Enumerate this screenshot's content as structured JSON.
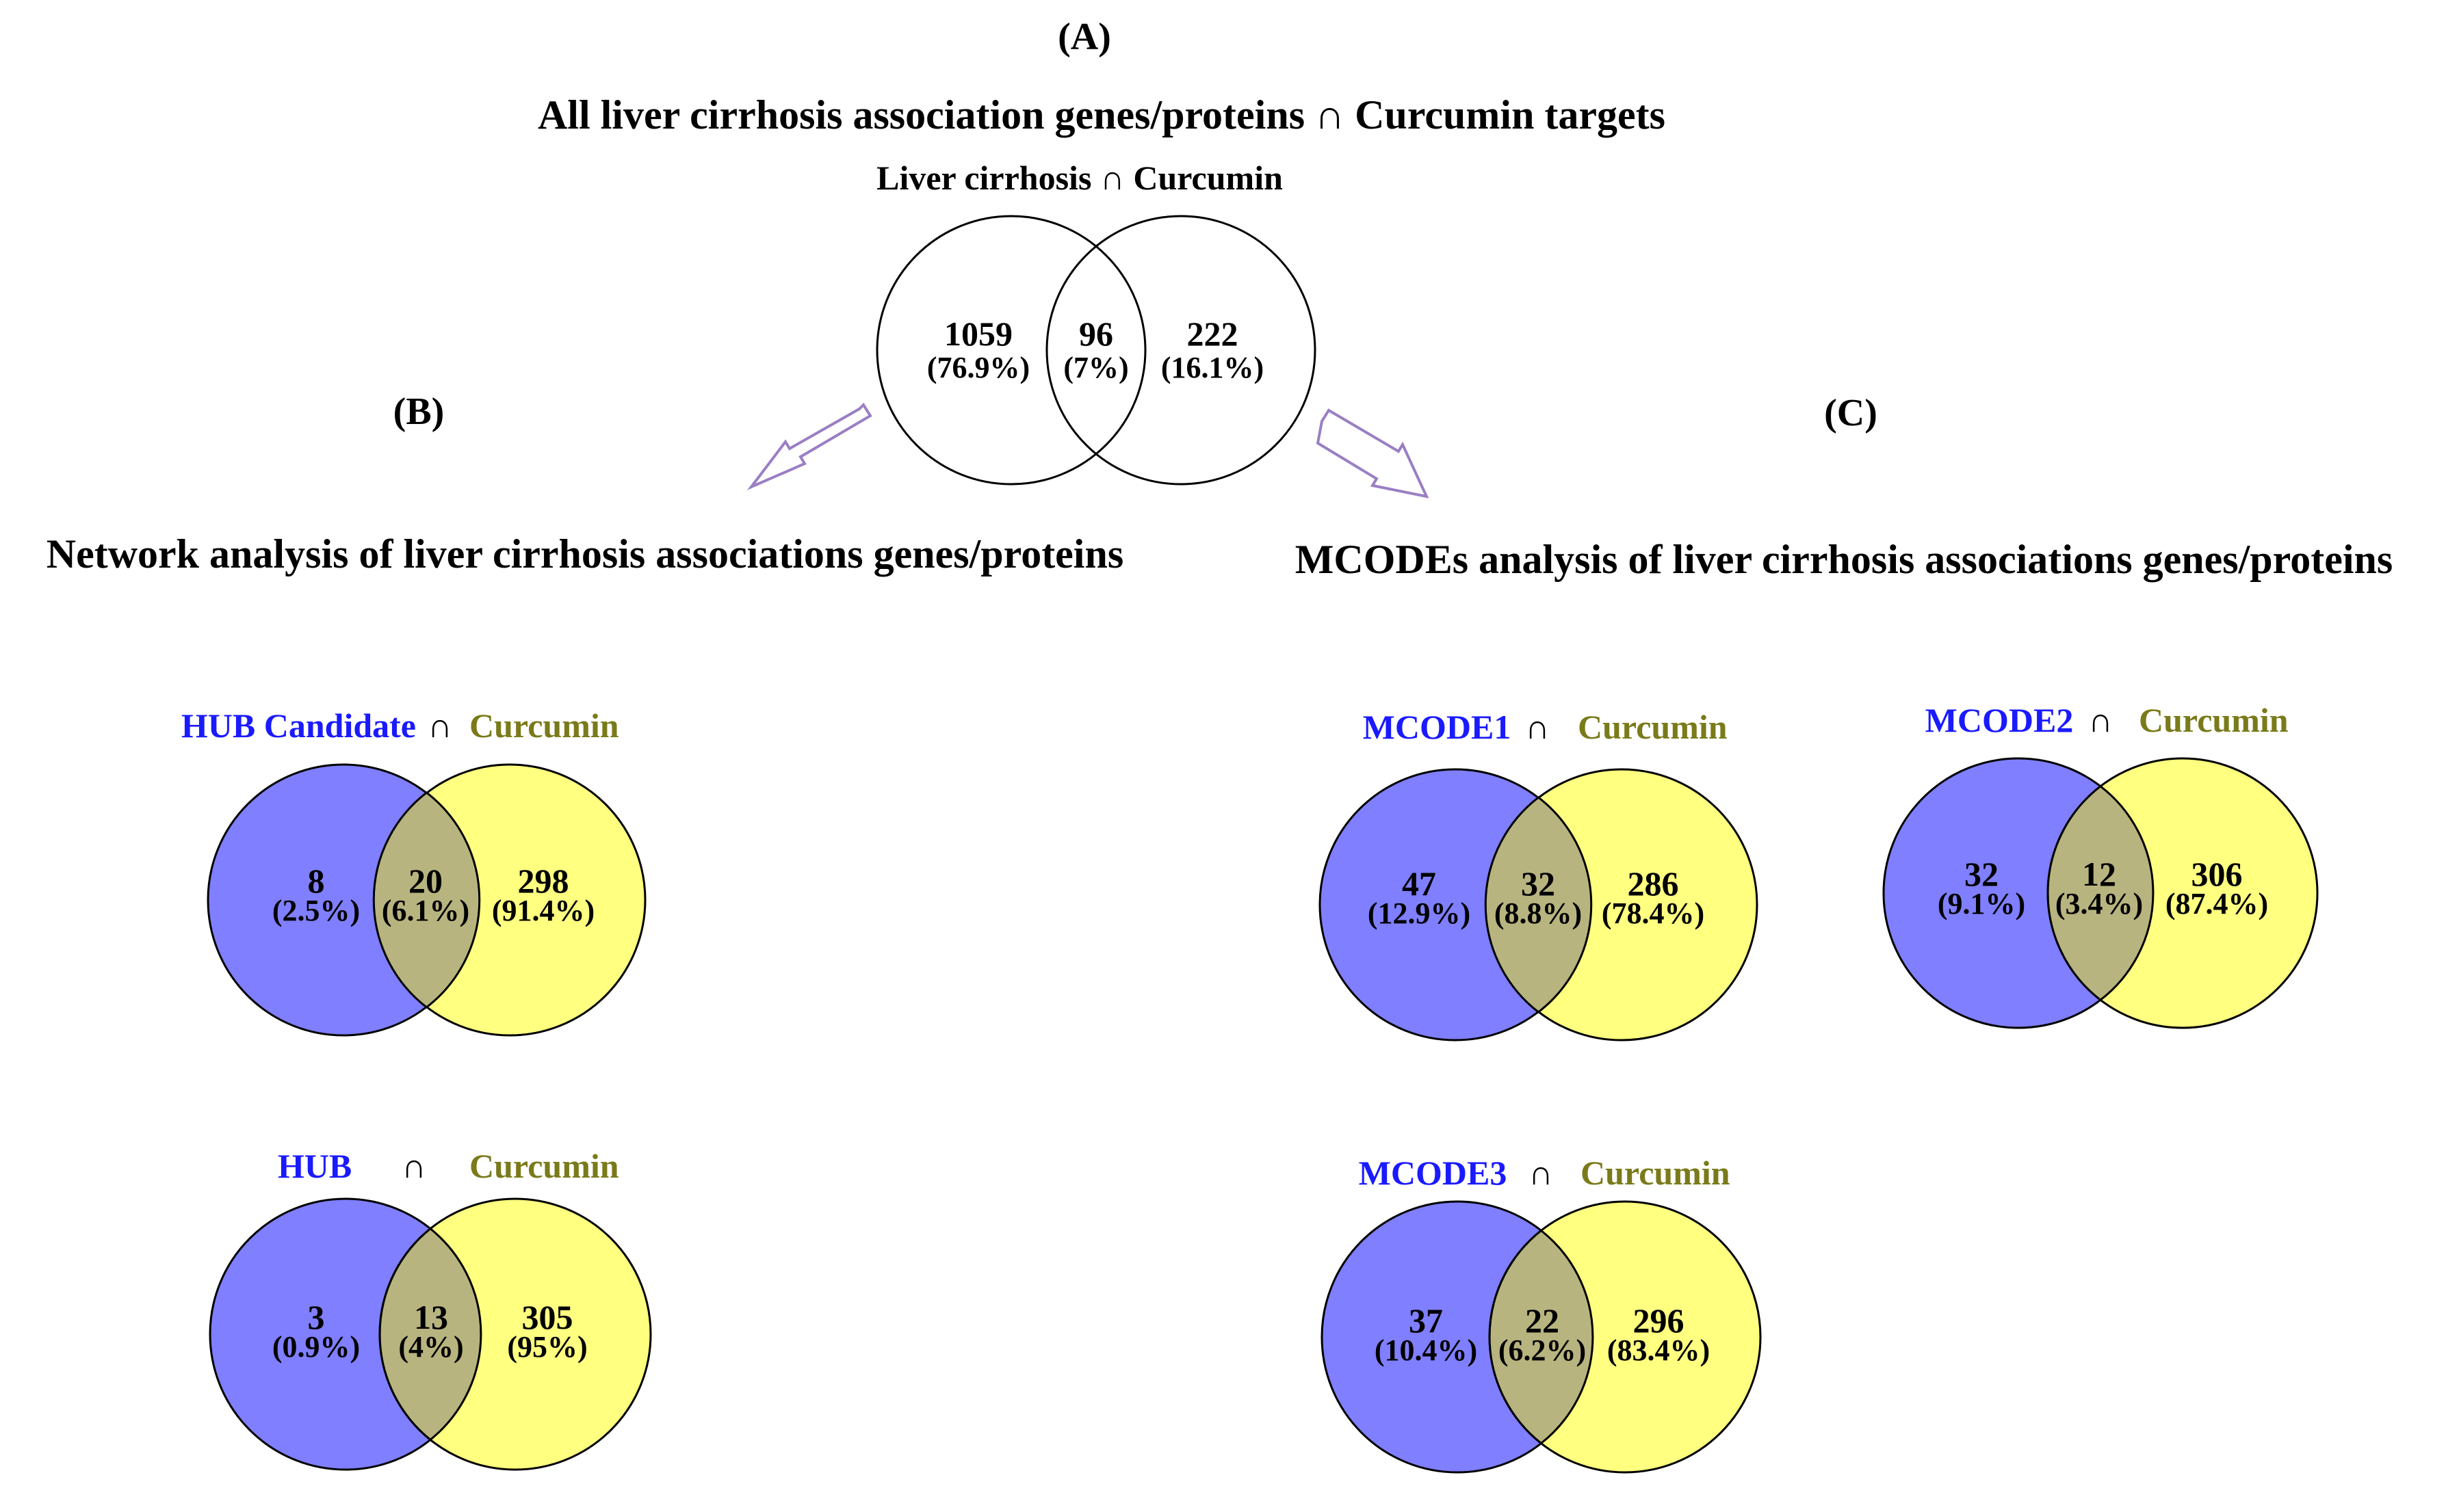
{
  "section_a": {
    "label": "(A)",
    "title": "All liver cirrhosis association genes/proteins ∩ Curcumin targets",
    "venn": {
      "title": "Liver cirrhosis ∩ Curcumin",
      "left": {
        "count": "1059",
        "pct": "(76.9%)"
      },
      "mid": {
        "count": "96",
        "pct": "(7%)"
      },
      "right": {
        "count": "222",
        "pct": "(16.1%)"
      }
    }
  },
  "section_b": {
    "label": "(B)",
    "title": "Network analysis of liver cirrhosis associations genes/proteins",
    "venn_hub_candidate": {
      "left_name": "HUB Candidate",
      "cap": "∩",
      "right_name": "Curcumin",
      "left": {
        "count": "8",
        "pct": "(2.5%)"
      },
      "mid": {
        "count": "20",
        "pct": "(6.1%)"
      },
      "right": {
        "count": "298",
        "pct": "(91.4%)"
      }
    },
    "venn_hub": {
      "left_name": "HUB",
      "cap": "∩",
      "right_name": "Curcumin",
      "left": {
        "count": "3",
        "pct": "(0.9%)"
      },
      "mid": {
        "count": "13",
        "pct": "(4%)"
      },
      "right": {
        "count": "305",
        "pct": "(95%)"
      }
    }
  },
  "section_c": {
    "label": "(C)",
    "title": "MCODEs analysis of liver cirrhosis associations genes/proteins",
    "venn_mcode1": {
      "left_name": "MCODE1",
      "cap": "∩",
      "right_name": "Curcumin",
      "left": {
        "count": "47",
        "pct": "(12.9%)"
      },
      "mid": {
        "count": "32",
        "pct": "(8.8%)"
      },
      "right": {
        "count": "286",
        "pct": "(78.4%)"
      }
    },
    "venn_mcode2": {
      "left_name": "MCODE2",
      "cap": "∩",
      "right_name": "Curcumin",
      "left": {
        "count": "32",
        "pct": "(9.1%)"
      },
      "mid": {
        "count": "12",
        "pct": "(3.4%)"
      },
      "right": {
        "count": "306",
        "pct": "(87.4%)"
      }
    },
    "venn_mcode3": {
      "left_name": "MCODE3",
      "cap": "∩",
      "right_name": "Curcumin",
      "left": {
        "count": "37",
        "pct": "(10.4%)"
      },
      "mid": {
        "count": "22",
        "pct": "(6.2%)"
      },
      "right": {
        "count": "296",
        "pct": "(83.4%)"
      }
    }
  },
  "colors": {
    "left_set": "#7f7fff",
    "right_set": "#ffff80",
    "overlap": "#b8b47f",
    "left_label": "#1a1aff",
    "right_label": "#7a7a1a",
    "arrow": "#9a7fc4"
  }
}
